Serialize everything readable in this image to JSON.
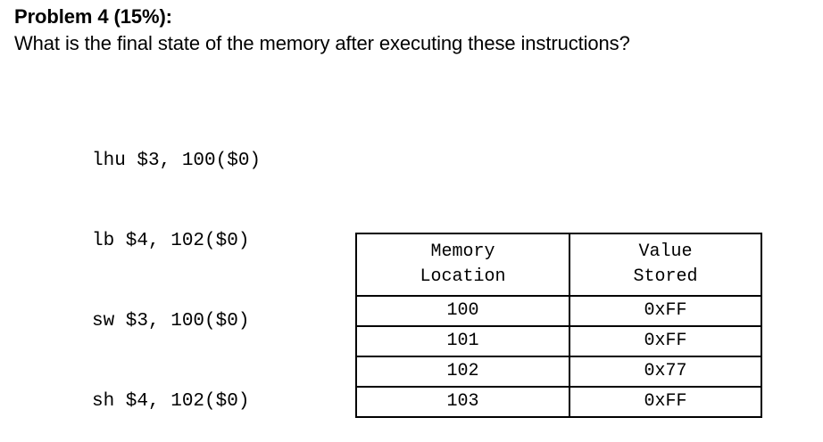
{
  "document": {
    "background_color": "#ffffff",
    "text_color": "#000000"
  },
  "problem": {
    "title": "Problem 4 (15%):",
    "question": "What is the final state of the memory after executing these instructions?"
  },
  "code": {
    "language": "mips-assembly",
    "lines": [
      "lhu $3, 100($0)",
      "lb $4, 102($0)",
      "sw $3, 100($0)",
      "sh $4, 102($0)"
    ]
  },
  "memory_table": {
    "headers": [
      {
        "line1": "Memory",
        "line2": "Location"
      },
      {
        "line1": "Value",
        "line2": "Stored"
      }
    ],
    "rows": [
      {
        "location": "100",
        "value": "0xFF"
      },
      {
        "location": "101",
        "value": "0xFF"
      },
      {
        "location": "102",
        "value": "0x77"
      },
      {
        "location": "103",
        "value": "0xFF"
      }
    ],
    "border_color": "#000000"
  }
}
